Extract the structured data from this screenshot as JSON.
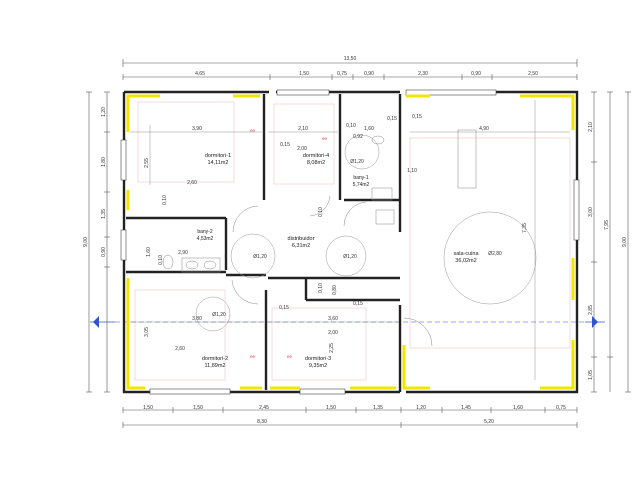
{
  "dims": {
    "top_total": "13,50",
    "top": [
      "4,65",
      "1,50",
      "0,75",
      "0,90",
      "2,30",
      "0,90",
      "2,50"
    ],
    "bottom": [
      "1,50",
      "1,50",
      "2,45",
      "1,50",
      "1,35",
      "1,20",
      "1,45",
      "1,60",
      "0,75"
    ],
    "bottom_total": [
      "8,30",
      "5,20"
    ],
    "left": [
      "1,20",
      "1,80",
      "1,35",
      "0,90"
    ],
    "left_total": "9,00",
    "right": [
      "2,10",
      "3,00",
      "2,85",
      "1,05"
    ],
    "right_total": [
      "7,95",
      "9,00"
    ],
    "inner": {
      "d1_w": "3,90",
      "d1_h": "2,55",
      "d1_d": "2,60",
      "d1_s": "0,10",
      "d4_w": "2,10",
      "d4_a": "0,15",
      "d4_b": "2,00",
      "d4_c": "0,10",
      "t1": "0,10",
      "t2": "1,60",
      "t3": "0,92",
      "t4": "0,15",
      "t5": "4,90",
      "t6": "0,15",
      "t7": "1,10",
      "t8": "7,35",
      "b2_a": "1,60",
      "b2_b": "0,10",
      "b2_c": "2,90",
      "mid_a": "0,15",
      "mid_b": "0,10",
      "mid_c": "0,80",
      "mid_d": "0,15",
      "d2_w": "3,80",
      "d2_h": "3,05",
      "d2_d": "2,60",
      "d3_w": "3,60",
      "d3_a": "2,00",
      "d3_b": "2,25"
    },
    "circles": [
      "Ø1,20",
      "Ø1,20",
      "Ø1,20",
      "Ø1,20",
      "Ø2,80"
    ]
  },
  "rooms": {
    "dorm1": {
      "name": "dormitori-1",
      "area": "14,11m2"
    },
    "dorm4": {
      "name": "dormitori-4",
      "area": "8,08m2"
    },
    "bany1": {
      "name": "bany-1",
      "area": "5,74m2"
    },
    "bany2": {
      "name": "bany-2",
      "area": "4,53m2"
    },
    "dist": {
      "name": "distribuidor",
      "area": "6,31m2"
    },
    "sala": {
      "name": "sala-cuina",
      "area": "36,02m2"
    },
    "dorm2": {
      "name": "dormitori-2",
      "area": "11,89m2"
    },
    "dorm3": {
      "name": "dormitori-3",
      "area": "9,35m2"
    }
  },
  "colors": {
    "wall": "#222222",
    "insulation": "#f2e600",
    "dim": "#555555",
    "accent": "#d44444",
    "guide": "#3355cc"
  }
}
